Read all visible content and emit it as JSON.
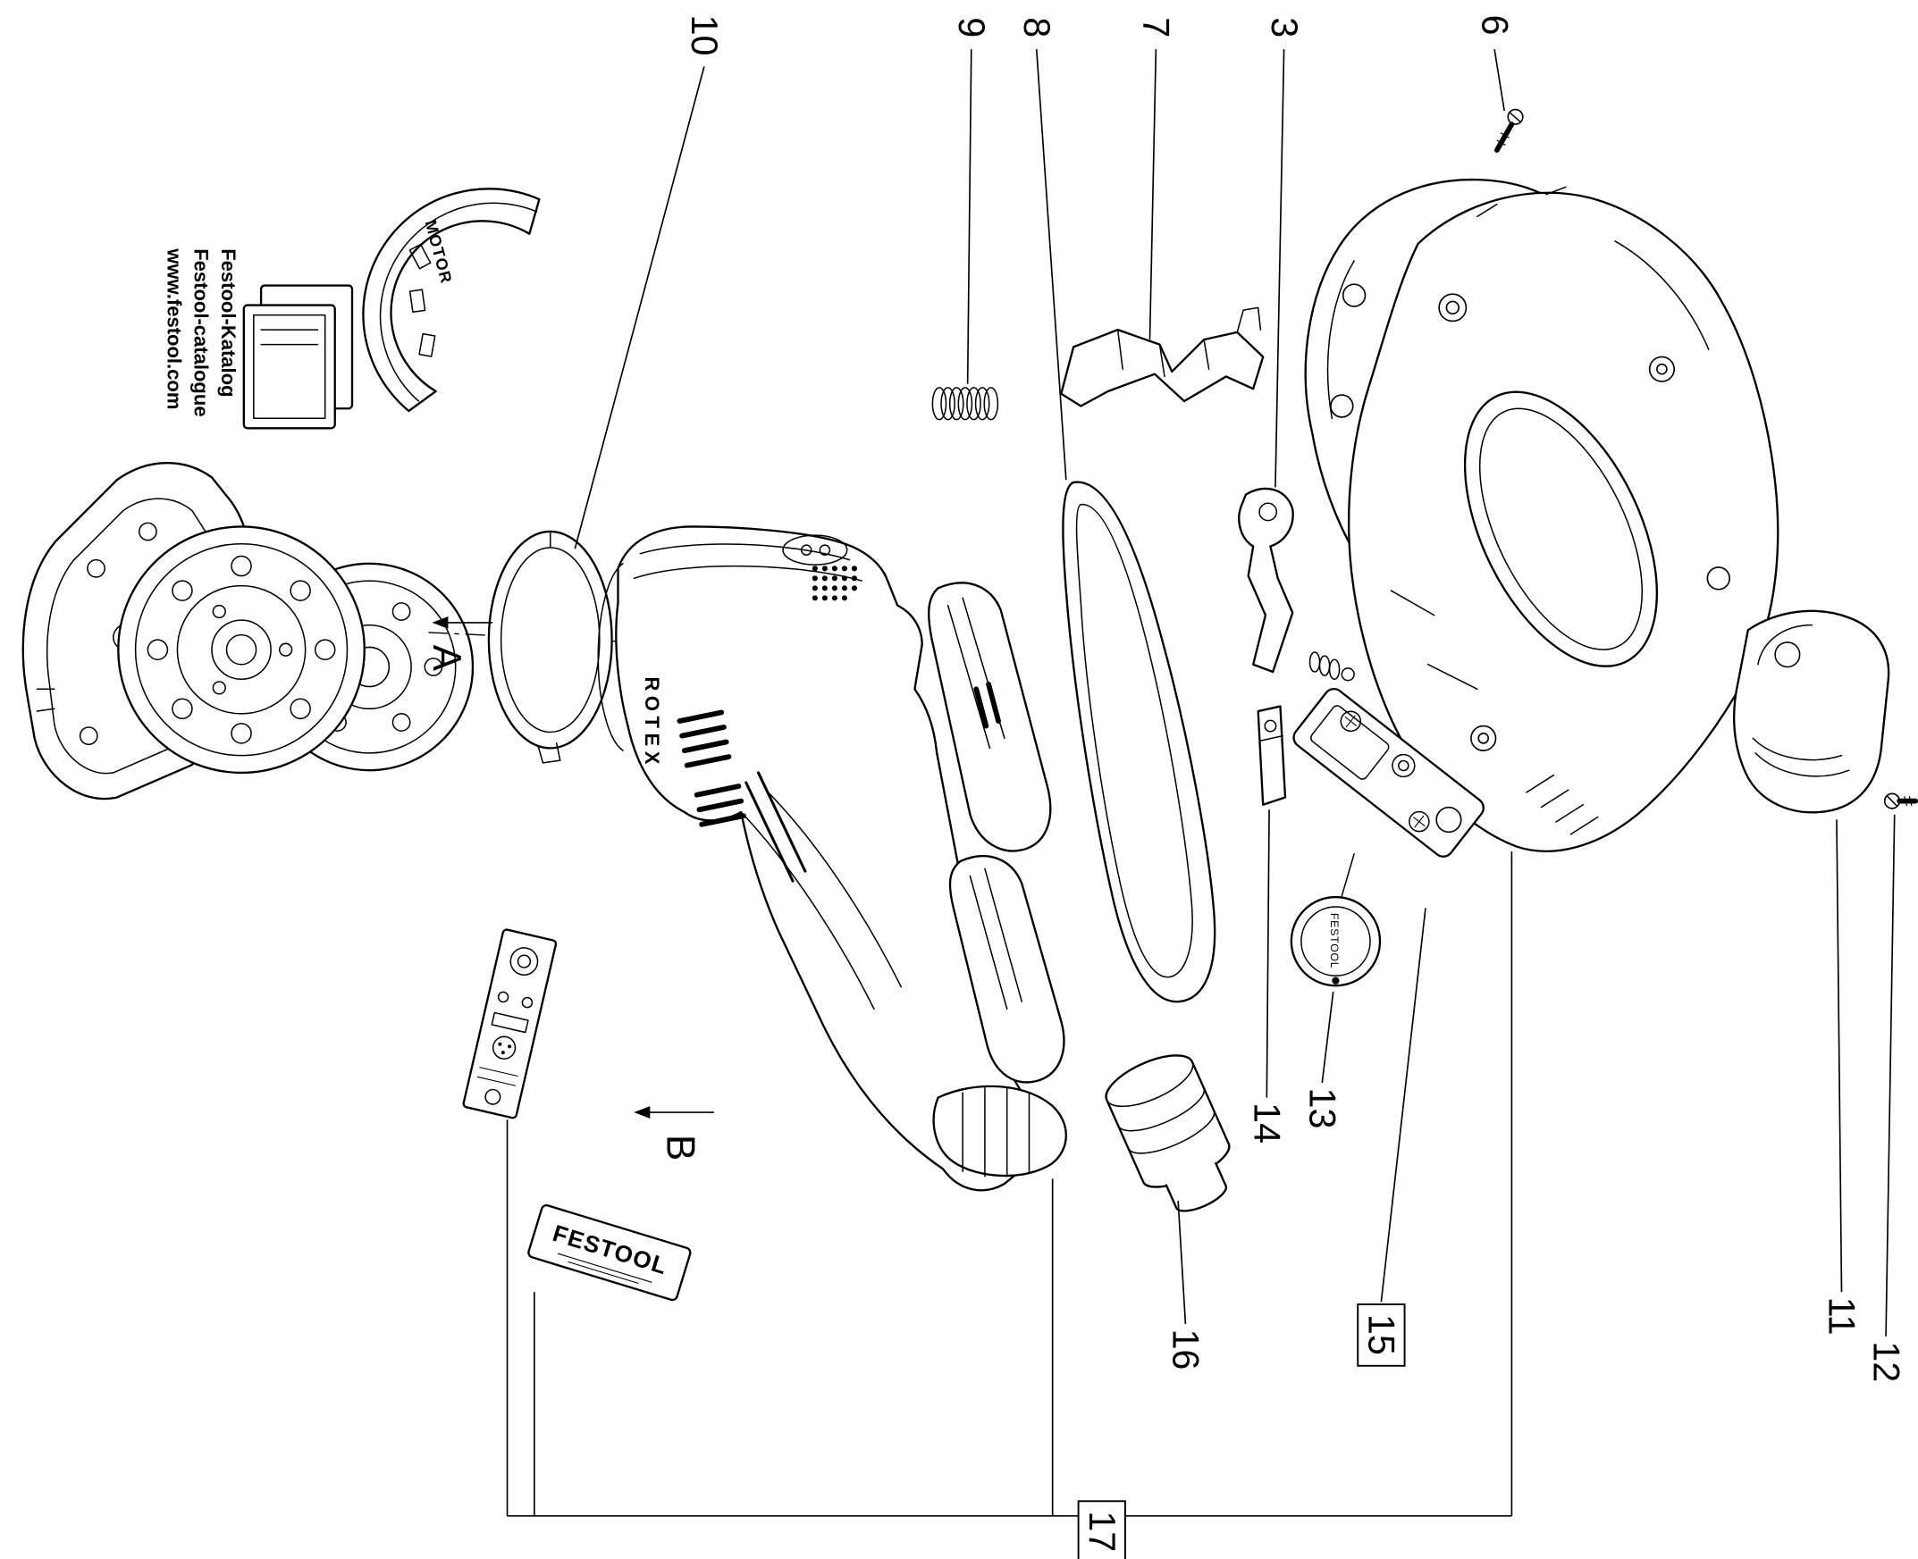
{
  "page": {
    "background": "#ffffff",
    "ink": "#000000"
  },
  "watermark": {
    "lines": [
      "Festool-Katalog",
      "Festool-catalogue",
      "www.festool.com"
    ]
  },
  "view_labels": {
    "a": "A",
    "b": "B"
  },
  "part_texts": {
    "motor_band": "MOTOR",
    "body_brand": "ROTEX",
    "dial_brand": "FESTOOL",
    "sticker_brand": "FESTOOL"
  },
  "callouts": [
    {
      "label": "10",
      "boxed": false
    },
    {
      "label": "9",
      "boxed": false
    },
    {
      "label": "8",
      "boxed": false
    },
    {
      "label": "7",
      "boxed": false
    },
    {
      "label": "3",
      "boxed": false
    },
    {
      "label": "6",
      "boxed": false
    },
    {
      "label": "11",
      "boxed": false
    },
    {
      "label": "12",
      "boxed": false
    },
    {
      "label": "13",
      "boxed": false
    },
    {
      "label": "14",
      "boxed": false
    },
    {
      "label": "15",
      "boxed": true
    },
    {
      "label": "16",
      "boxed": false
    },
    {
      "label": "17",
      "boxed": true
    }
  ]
}
